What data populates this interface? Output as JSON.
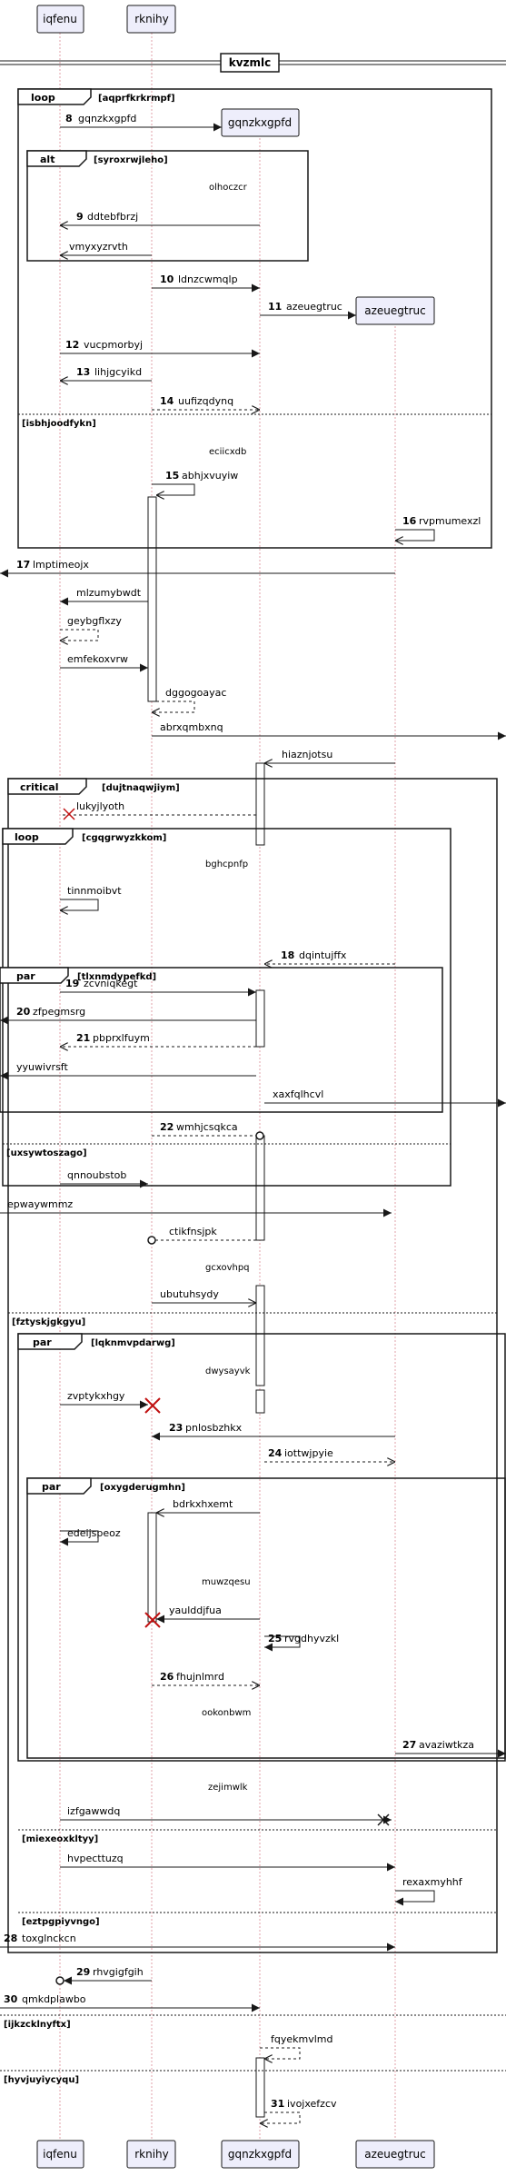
{
  "participants": [
    "iqfenu",
    "rknihy",
    "gqnzkxgpfd",
    "azeuegtruc"
  ],
  "divider_title": "kvzmlc",
  "frames": [
    {
      "kw": "loop",
      "cond": "[aqprfkrkrmpf]"
    },
    {
      "kw": "alt",
      "cond": "[syroxrwjleho]"
    },
    {
      "kw": "critical",
      "cond": "[dujtnaqwjiym]"
    },
    {
      "kw": "loop",
      "cond": "[cgqgrwyzkkom]"
    },
    {
      "kw": "par",
      "cond": "[tlxnmdypefkd]"
    },
    {
      "kw": "par",
      "cond": "[lqknmvpdarwg]"
    },
    {
      "kw": "par",
      "cond": "[oxygderugmhn]"
    }
  ],
  "sections": [
    "[isbhjoodfykn]",
    "[uxsywtoszago]",
    "[fztyskjgkgyu]",
    "[miexeoxkltyy]",
    "[eztpgpiyvngo]",
    "[ijkzcklnyftx]",
    "[hyvjuyiycyqu]"
  ],
  "notes": [
    "olhoczcr",
    "eciicxdb",
    "bghcpnfp",
    "gcxovhpq",
    "dwysayvk",
    "muwzqesu",
    "ookonbwm",
    "zejimwlk"
  ],
  "messages": [
    {
      "n": "8",
      "text": "gqnzkxgpfd"
    },
    {
      "n": "9",
      "text": "ddtebfbrzj"
    },
    {
      "n": "",
      "text": "vmyxyzrvth"
    },
    {
      "n": "10",
      "text": "ldnzcwmqlp"
    },
    {
      "n": "11",
      "text": "azeuegtruc"
    },
    {
      "n": "12",
      "text": "vucpmorbyj"
    },
    {
      "n": "13",
      "text": "lihjgcyikd"
    },
    {
      "n": "14",
      "text": "uufizqdynq"
    },
    {
      "n": "15",
      "text": "abhjxvuyiw"
    },
    {
      "n": "16",
      "text": "rvpmumexzl"
    },
    {
      "n": "17",
      "text": "lmptimeojx"
    },
    {
      "n": "",
      "text": "mlzumybwdt"
    },
    {
      "n": "",
      "text": "geybgflxzy"
    },
    {
      "n": "",
      "text": "emfekoxvrw"
    },
    {
      "n": "",
      "text": "dggogoayac"
    },
    {
      "n": "",
      "text": "abrxqmbxnq"
    },
    {
      "n": "",
      "text": "hiaznjotsu"
    },
    {
      "n": "",
      "text": "lukyjlyoth"
    },
    {
      "n": "",
      "text": "tinnmoibvt"
    },
    {
      "n": "18",
      "text": "dqintujffx"
    },
    {
      "n": "19",
      "text": "zcvniqkegt"
    },
    {
      "n": "20",
      "text": "zfpegmsrg"
    },
    {
      "n": "21",
      "text": "pbprxlfuym"
    },
    {
      "n": "",
      "text": "yyuwivrsft"
    },
    {
      "n": "",
      "text": "xaxfqlhcvl"
    },
    {
      "n": "22",
      "text": "wmhjcsqkca"
    },
    {
      "n": "",
      "text": "qnnoubstob"
    },
    {
      "n": "",
      "text": "epwaywmmz"
    },
    {
      "n": "",
      "text": "ctikfnsjpk"
    },
    {
      "n": "",
      "text": "ubutuhsydy"
    },
    {
      "n": "",
      "text": "zvptykxhgy"
    },
    {
      "n": "23",
      "text": "pnlosbzhkx"
    },
    {
      "n": "24",
      "text": "iottwjpyie"
    },
    {
      "n": "",
      "text": "bdrkxhxemt"
    },
    {
      "n": "",
      "text": "edeijspeoz"
    },
    {
      "n": "",
      "text": "yaulddjfua"
    },
    {
      "n": "25",
      "text": "rvgdhyvzkl"
    },
    {
      "n": "26",
      "text": "fhujnlmrd"
    },
    {
      "n": "27",
      "text": "avaziwtkza"
    },
    {
      "n": "",
      "text": "izfgawwdq"
    },
    {
      "n": "",
      "text": "hvpecttuzq"
    },
    {
      "n": "",
      "text": "rexaxmyhhf"
    },
    {
      "n": "28",
      "text": "toxglnckcn"
    },
    {
      "n": "29",
      "text": "rhvgigfgih"
    },
    {
      "n": "30",
      "text": "qmkdplawbo"
    },
    {
      "n": "",
      "text": "fqyekmvlmd"
    },
    {
      "n": "31",
      "text": "ivojxefzcv"
    }
  ]
}
